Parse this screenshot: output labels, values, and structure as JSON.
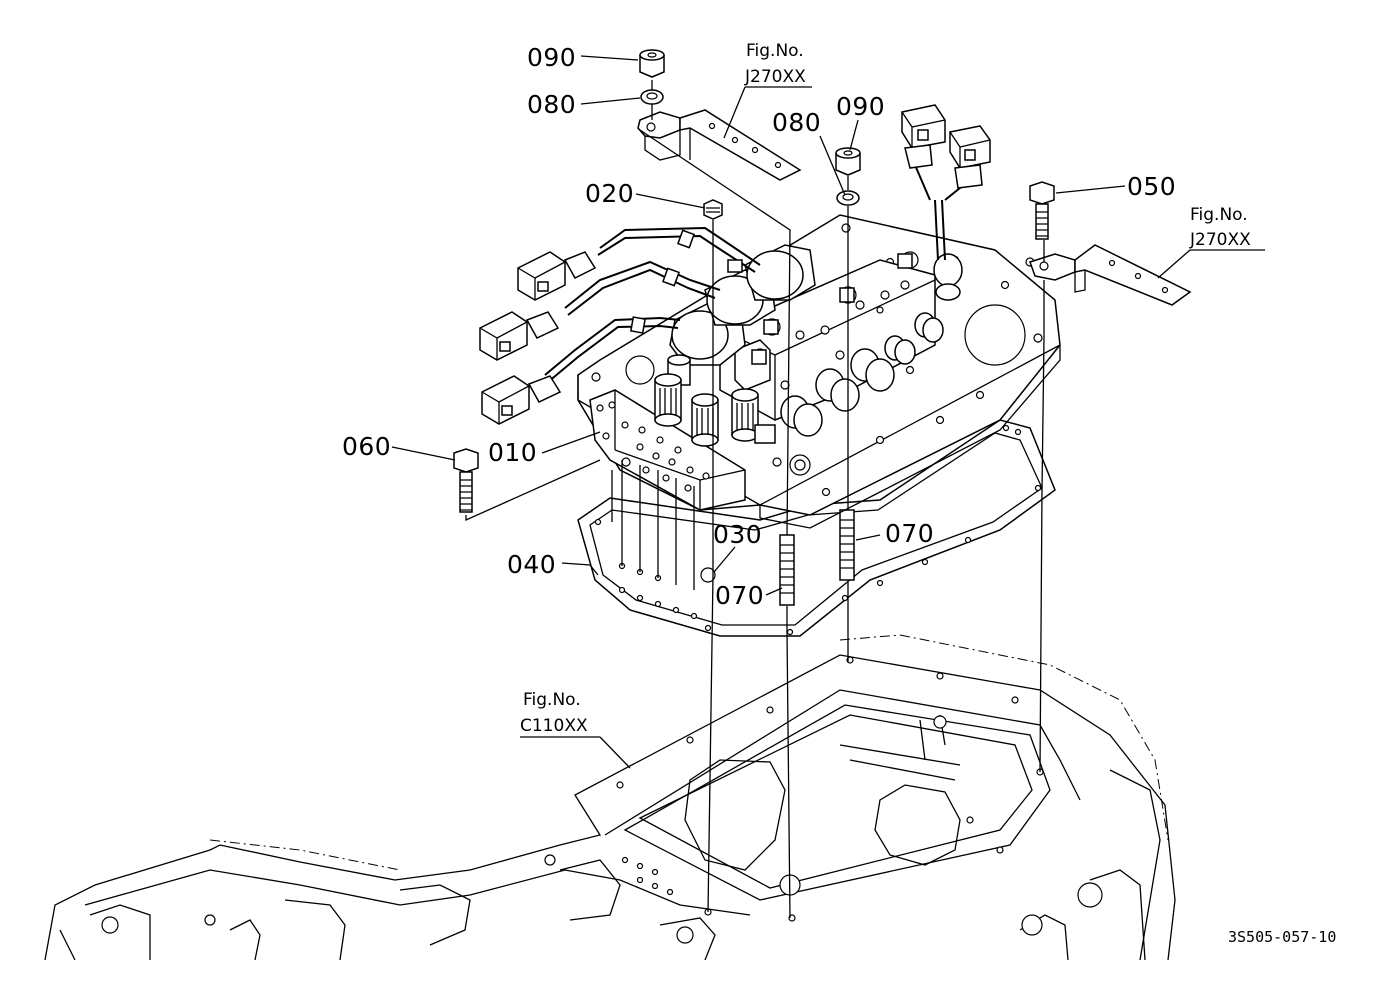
{
  "callouts": {
    "c090_top": "090",
    "c080_top": "080",
    "c080_mid": "080",
    "c090_mid": "090",
    "c020": "020",
    "c050": "050",
    "c060": "060",
    "c010": "010",
    "c040": "040",
    "c030": "030",
    "c070_right": "070",
    "c070_left": "070"
  },
  "figure_refs": {
    "ref1_label": "Fig.No.",
    "ref1_code": "J270XX",
    "ref2_label": "Fig.No.",
    "ref2_code": "J270XX",
    "ref3_label": "Fig.No.",
    "ref3_code": "C110XX"
  },
  "drawing_number": "3S505-057-10"
}
